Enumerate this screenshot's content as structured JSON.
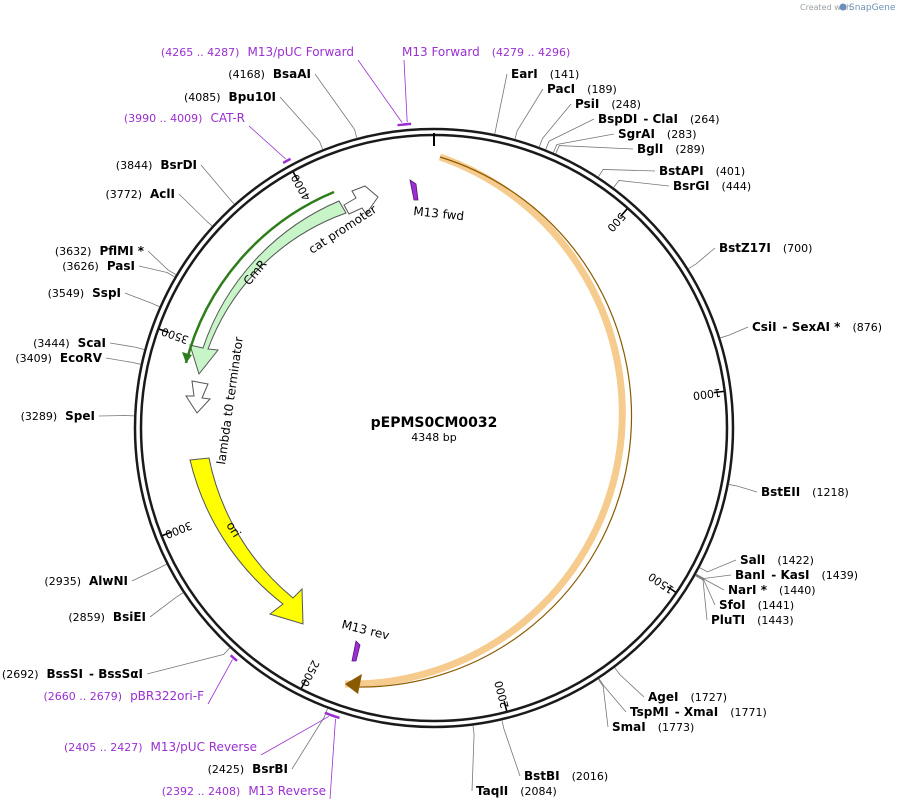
{
  "credit": {
    "prefix": "Created with",
    "brand": "SnapGene"
  },
  "plasmid": {
    "name": "pEPMS0CM0032",
    "length_label": "4348 bp",
    "length": 4348
  },
  "ticks": [
    "500",
    "1000",
    "1500",
    "2000",
    "2500",
    "3000",
    "3500",
    "4000"
  ],
  "features": [
    {
      "label": "cat promoter",
      "color": "#ffffff"
    },
    {
      "label": "CmR",
      "color": "#c8f5c8"
    },
    {
      "label": "lambda t0 terminator",
      "color": "#ffffff"
    },
    {
      "label": "ori",
      "color": "#ffff00"
    },
    {
      "label": "M13 fwd",
      "color": "#9b2fd1"
    },
    {
      "label": "M13 rev",
      "color": "#9b2fd1"
    }
  ],
  "sites": [
    {
      "name": "EarI",
      "pos": "(141)"
    },
    {
      "name": "PacI",
      "pos": "(189)"
    },
    {
      "name": "PsiI",
      "pos": "(248)"
    },
    {
      "name": "BspDI",
      "name2": "ClaI",
      "pos": "(264)"
    },
    {
      "name": "SgrAI",
      "pos": "(283)"
    },
    {
      "name": "BglI",
      "pos": "(289)"
    },
    {
      "name": "BstAPI",
      "pos": "(401)"
    },
    {
      "name": "BsrGI",
      "pos": "(444)"
    },
    {
      "name": "BstZ17I",
      "pos": "(700)"
    },
    {
      "name": "CsiI",
      "name2": "SexAI *",
      "pos": "(876)"
    },
    {
      "name": "BstEII",
      "pos": "(1218)"
    },
    {
      "name": "SalI",
      "pos": "(1422)"
    },
    {
      "name": "BanI",
      "name2": "KasI",
      "pos": "(1439)"
    },
    {
      "name": "NarI *",
      "pos": "(1440)"
    },
    {
      "name": "SfoI",
      "pos": "(1441)"
    },
    {
      "name": "PluTI",
      "pos": "(1443)"
    },
    {
      "name": "AgeI",
      "pos": "(1727)"
    },
    {
      "name": "TspMI",
      "name2": "XmaI",
      "pos": "(1771)"
    },
    {
      "name": "SmaI",
      "pos": "(1773)"
    },
    {
      "name": "BstBI",
      "pos": "(2016)"
    },
    {
      "name": "TaqII",
      "pos": "(2084)"
    },
    {
      "name": "BsrBI",
      "pos": "(2425)"
    },
    {
      "name": "BssSI",
      "name2": "BssSαI",
      "pos": "(2692)"
    },
    {
      "name": "BsiEI",
      "pos": "(2859)"
    },
    {
      "name": "AlwNI",
      "pos": "(2935)"
    },
    {
      "name": "SpeI",
      "pos": "(3289)"
    },
    {
      "name": "EcoRV",
      "pos": "(3409)"
    },
    {
      "name": "ScaI",
      "pos": "(3444)"
    },
    {
      "name": "SspI",
      "pos": "(3549)"
    },
    {
      "name": "PasI",
      "pos": "(3626)"
    },
    {
      "name": "PflMI *",
      "pos": "(3632)"
    },
    {
      "name": "AclI",
      "pos": "(3772)"
    },
    {
      "name": "BsrDI",
      "pos": "(3844)"
    },
    {
      "name": "Bpu10I",
      "pos": "(4085)"
    },
    {
      "name": "BsaAI",
      "pos": "(4168)"
    }
  ],
  "primers": [
    {
      "name": "M13/pUC Forward",
      "range": "(4265 .. 4287)"
    },
    {
      "name": "M13 Forward",
      "range": "(4279 .. 4296)"
    },
    {
      "name": "CAT-R",
      "range": "(3990 .. 4009)"
    },
    {
      "name": "pBR322ori-F",
      "range": "(2660 .. 2679)"
    },
    {
      "name": "M13/pUC Reverse",
      "range": "(2405 .. 2427)"
    },
    {
      "name": "M13 Reverse",
      "range": "(2392 .. 2408)"
    }
  ],
  "colors": {
    "backbone": "#1a1a1a",
    "orf_arc": "#f5c27a",
    "orf_core": "#8a5a00",
    "cmr_edge": "#2e7d1a",
    "primer": "#9b2fd1",
    "leader": "#777777"
  }
}
